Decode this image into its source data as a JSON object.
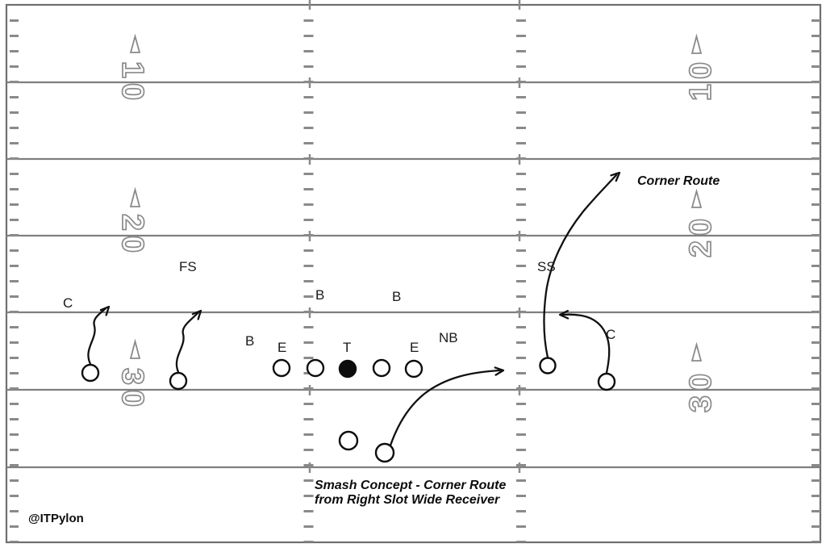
{
  "colors": {
    "background": "#ffffff",
    "field_line": "#7f7f7f",
    "hash_mark": "#8a8a8a",
    "number_outline": "#8a8a8a",
    "ink": "#111111"
  },
  "yard_numbers": {
    "left": [
      "10",
      "20",
      "30"
    ],
    "right": [
      "10",
      "20",
      "30"
    ]
  },
  "defense_labels": {
    "c_left": "C",
    "fs": "FS",
    "b_top_left": "B",
    "b_top_right": "B",
    "b_line": "B",
    "e_left": "E",
    "t": "T",
    "e_right": "E",
    "nb": "NB",
    "ss": "SS",
    "c_right": "C"
  },
  "annotations": {
    "corner_route_label": "Corner Route",
    "caption_line1": "Smash Concept - Corner Route",
    "caption_line2": "from Right Slot Wide Receiver",
    "watermark": "@ITPylon"
  }
}
